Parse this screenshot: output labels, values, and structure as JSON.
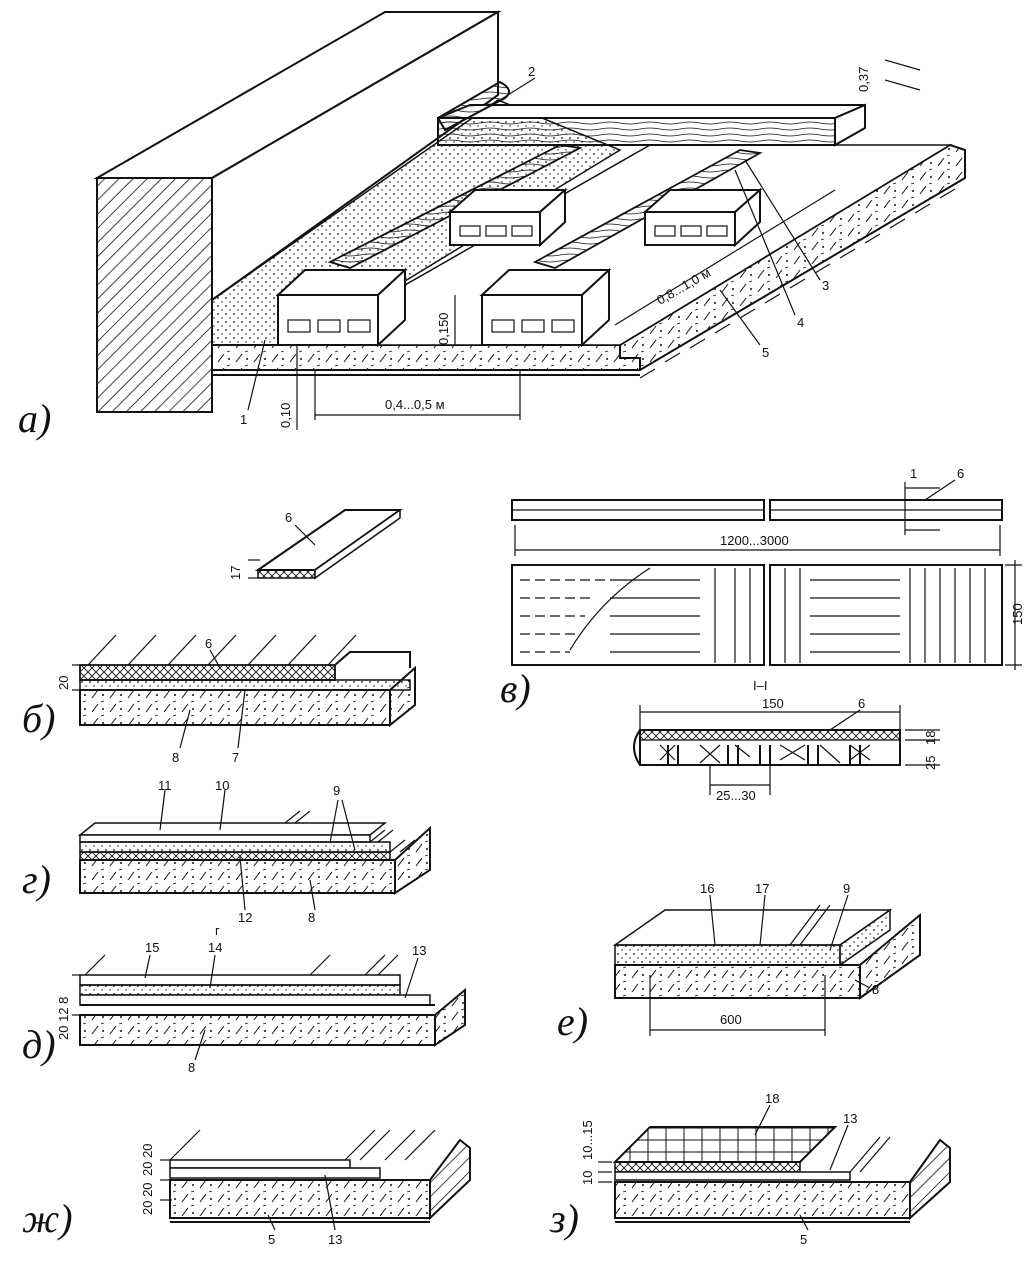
{
  "panels": {
    "a": {
      "letter": "а)",
      "callouts": [
        "1",
        "2",
        "3",
        "4",
        "5"
      ],
      "dims": {
        "joist_spacing": "0,8...1,0 м",
        "post_spacing": "0,4...0,5 м",
        "base": "0,10",
        "post_height": "0,150",
        "board": "0,37"
      }
    },
    "b": {
      "letter": "б)",
      "callouts": [
        "6",
        "6",
        "7",
        "8"
      ],
      "dims": {
        "board": "17",
        "layer": "20"
      }
    },
    "v": {
      "letter": "в)",
      "callouts": [
        "6",
        "1",
        "6"
      ],
      "dims": {
        "length": "1200...3000",
        "width": "150",
        "width2": "150",
        "thick": "25",
        "thick2": "18",
        "rib": "25...30"
      },
      "section": "I–I"
    },
    "g": {
      "letter": "г)",
      "callouts": [
        "11",
        "10",
        "9",
        "12",
        "8"
      ],
      "extra": "г"
    },
    "d": {
      "letter": "д)",
      "callouts": [
        "15",
        "14",
        "13",
        "8"
      ],
      "dims": {
        "layers": "20 12 8"
      }
    },
    "e": {
      "letter": "е)",
      "callouts": [
        "16",
        "17",
        "9",
        "8"
      ],
      "dims": {
        "spacing": "600"
      }
    },
    "zh": {
      "letter": "ж)",
      "callouts": [
        "5",
        "13"
      ],
      "dims": {
        "top": "20 20",
        "bottom": "20 20"
      }
    },
    "z": {
      "letter": "з)",
      "callouts": [
        "18",
        "13",
        "5"
      ],
      "dims": {
        "tile": "10...15",
        "bed": "10"
      }
    }
  }
}
